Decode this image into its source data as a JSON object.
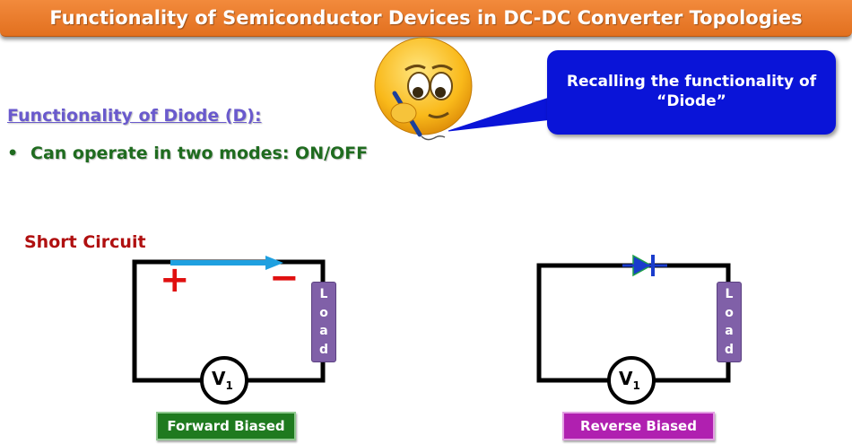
{
  "title": "Functionality of Semiconductor Devices in DC-DC Converter Topologies",
  "section_heading": "Functionality of Diode (D):",
  "bullet": "Can operate in two modes: ON/OFF",
  "callout": {
    "line1": "Recalling the functionality of",
    "line2": "“Diode”"
  },
  "left_circuit": {
    "label": "Short Circuit",
    "plus": "+",
    "minus": "−",
    "load_letters": [
      "L",
      "o",
      "a",
      "d"
    ],
    "source": "V",
    "source_sub": "1",
    "tag": "Forward Biased"
  },
  "right_circuit": {
    "load_letters": [
      "L",
      "o",
      "a",
      "d"
    ],
    "source": "V",
    "source_sub": "1",
    "tag": "Reverse Biased"
  },
  "colors": {
    "title_bar": "#e97a2b",
    "callout": "#0a14d8",
    "heading": "#6a5acd",
    "bullet": "#1f6b1f",
    "short_label": "#b01010",
    "arrow": "#1fa0e0",
    "diode": "#1a3ccc",
    "load": "#8060a8",
    "forward_tag": "#1f7a1f",
    "reverse_tag": "#b020b0"
  },
  "icons": [
    "thinking-emoji-icon",
    "diode-symbol-icon",
    "current-arrow-icon"
  ]
}
